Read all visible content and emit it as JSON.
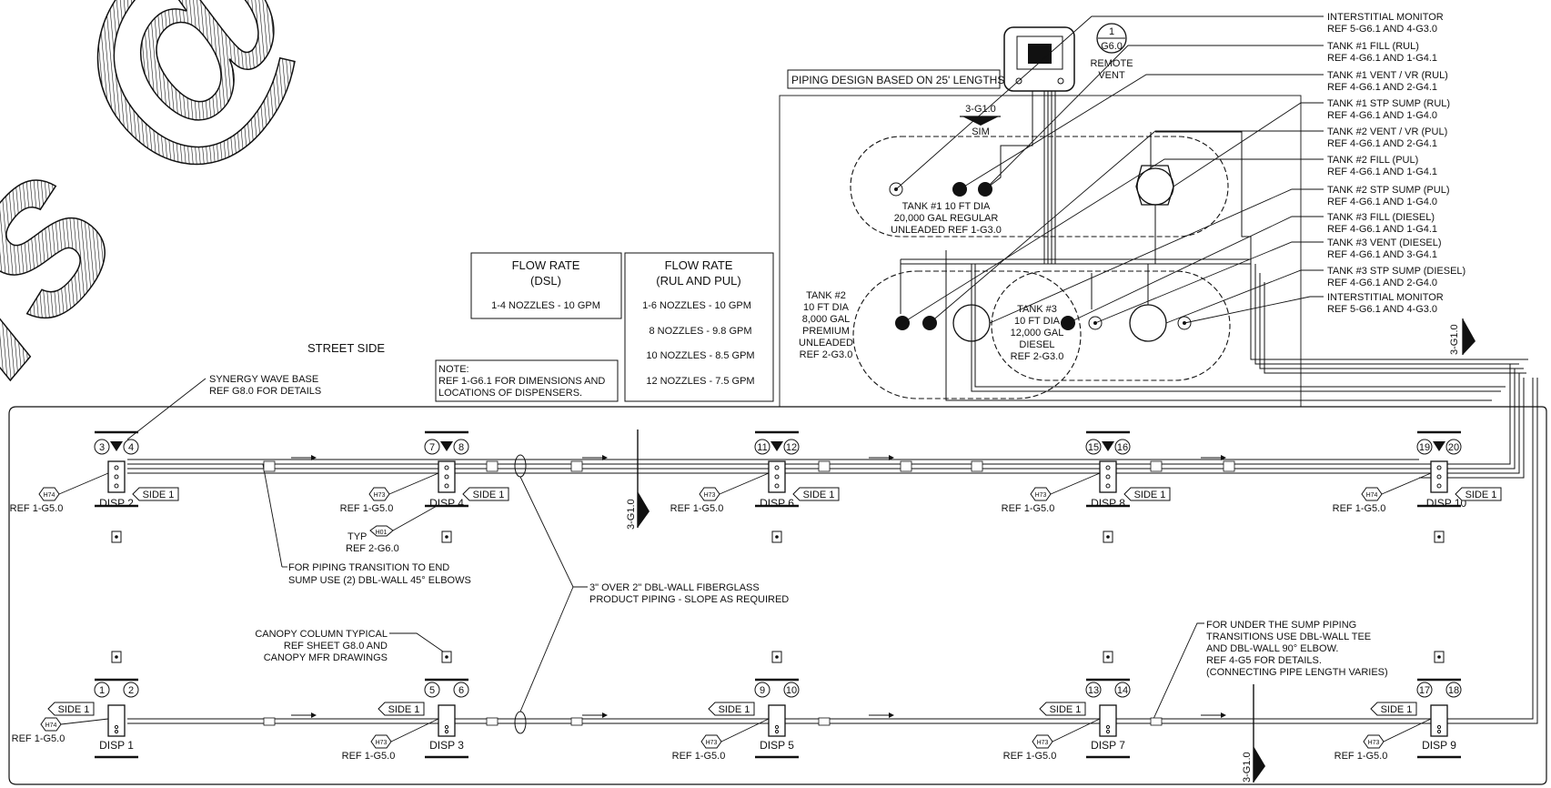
{
  "watermark": "is @ W",
  "street_side": "STREET SIDE",
  "piping_design_note": "PIPING DESIGN BASED ON 25' LENGTHS",
  "remote_vent": {
    "bubble_num": "1",
    "bubble_ref": "G6.0",
    "line1": "REMOTE",
    "line2": "VENT"
  },
  "section_marks": {
    "top": "3-G1.0",
    "top_sub": "SIM",
    "right": "3-G1.0",
    "middle": "3-G1.0",
    "bottom": "3-G1.0"
  },
  "flow_dsl": {
    "title1": "FLOW RATE",
    "title2": "(DSL)",
    "rows": [
      "1-4 NOZZLES  -  10 GPM"
    ]
  },
  "flow_rul": {
    "title1": "FLOW RATE",
    "title2": "(RUL AND PUL)",
    "rows": [
      "1-6 NOZZLES  -  10 GPM",
      "8 NOZZLES  -  9.8 GPM",
      "10 NOZZLES  -  8.5 GPM",
      "12 NOZZLES  -  7.5 GPM"
    ]
  },
  "note": {
    "label": "NOTE:",
    "line1": "REF 1-G6.1 FOR DIMENSIONS AND",
    "line2": "LOCATIONS OF DISPENSERS."
  },
  "tank1": {
    "line1": "TANK #1 10 FT DIA",
    "line2": "20,000 GAL REGULAR",
    "line3": "UNLEADED REF 1-G3.0"
  },
  "tank2": {
    "lines": [
      "TANK #2",
      "10 FT DIA",
      "8,000 GAL",
      "PREMIUM",
      "UNLEADED",
      "REF 2-G3.0"
    ]
  },
  "tank3": {
    "lines": [
      "TANK #3",
      "10 FT DIA",
      "12,000 GAL",
      "DIESEL",
      "REF 2-G3.0"
    ]
  },
  "callouts": [
    {
      "title": "INTERSTITIAL MONITOR",
      "ref": "REF 5-G6.1 AND 4-G3.0"
    },
    {
      "title": "TANK #1 FILL (RUL)",
      "ref": "REF 4-G6.1 AND 1-G4.1"
    },
    {
      "title": "TANK #1 VENT / VR (RUL)",
      "ref": "REF 4-G6.1 AND 2-G4.1"
    },
    {
      "title": "TANK #1 STP SUMP (RUL)",
      "ref": "REF 4-G6.1 AND 1-G4.0"
    },
    {
      "title": "TANK #2 VENT / VR (PUL)",
      "ref": "REF 4-G6.1 AND 2-G4.1"
    },
    {
      "title": "TANK #2 FILL (PUL)",
      "ref": "REF 4-G6.1 AND 1-G4.1"
    },
    {
      "title": "TANK #2 STP SUMP (PUL)",
      "ref": "REF 4-G6.1 AND 1-G4.0"
    },
    {
      "title": "TANK #3 FILL (DIESEL)",
      "ref": "REF 4-G6.1 AND 1-G4.1"
    },
    {
      "title": "TANK #3 VENT (DIESEL)",
      "ref": "REF 4-G6.1 AND 3-G4.1"
    },
    {
      "title": "TANK #3 STP SUMP (DIESEL)",
      "ref": "REF 4-G6.1 AND 2-G4.0"
    },
    {
      "title": "INTERSTITIAL MONITOR",
      "ref": "REF 5-G6.1 AND 4-G3.0"
    }
  ],
  "synergy": {
    "line1": "SYNERGY WAVE BASE",
    "line2": "REF G8.0 FOR DETAILS"
  },
  "transition_note": {
    "line1": "FOR PIPING TRANSITION TO END",
    "line2": "SUMP USE (2) DBL-WALL 45° ELBOWS"
  },
  "piping_note": {
    "line1": "3\" OVER 2\" DBL-WALL FIBERGLASS",
    "line2": "PRODUCT PIPING - SLOPE AS REQUIRED"
  },
  "canopy_note": {
    "line1": "CANOPY COLUMN TYPICAL",
    "line2": "REF SHEET G8.0 AND",
    "line3": "CANOPY MFR DRAWINGS"
  },
  "under_sump_note": {
    "line1": "FOR UNDER THE SUMP PIPING",
    "line2": "TRANSITIONS USE DBL-WALL TEE",
    "line3": "AND DBL-WALL 90° ELBOW.",
    "line4": "REF 4-G5 FOR DETAILS.",
    "line5": "(CONNECTING PIPE LENGTH VARIES)"
  },
  "typ_note": {
    "typ": "TYP",
    "tag": "H01",
    "ref": "REF 2-G6.0"
  },
  "side_label": "SIDE 1",
  "top_dispensers": [
    {
      "name": "DISP 2",
      "left_num": "3",
      "right_num": "4",
      "tag": "H74",
      "ref": "REF 1-G5.0"
    },
    {
      "name": "DISP 4",
      "left_num": "7",
      "right_num": "8",
      "tag": "H73",
      "ref": "REF 1-G5.0"
    },
    {
      "name": "DISP 6",
      "left_num": "11",
      "right_num": "12",
      "tag": "H73",
      "ref": "REF 1-G5.0"
    },
    {
      "name": "DISP 8",
      "left_num": "15",
      "right_num": "16",
      "tag": "H73",
      "ref": "REF 1-G5.0"
    },
    {
      "name": "DISP 10",
      "left_num": "19",
      "right_num": "20",
      "tag": "H74",
      "ref": "REF 1-G5.0"
    }
  ],
  "bottom_dispensers": [
    {
      "name": "DISP 1",
      "left_num": "1",
      "right_num": "2",
      "tag": "H74",
      "ref": "REF 1-G5.0"
    },
    {
      "name": "DISP 3",
      "left_num": "5",
      "right_num": "6",
      "tag": "H73",
      "ref": "REF 1-G5.0"
    },
    {
      "name": "DISP 5",
      "left_num": "9",
      "right_num": "10",
      "tag": "H73",
      "ref": "REF 1-G5.0"
    },
    {
      "name": "DISP 7",
      "left_num": "13",
      "right_num": "14",
      "tag": "H73",
      "ref": "REF 1-G5.0"
    },
    {
      "name": "DISP 9",
      "left_num": "17",
      "right_num": "18",
      "tag": "H73",
      "ref": "REF 1-G5.0"
    }
  ]
}
